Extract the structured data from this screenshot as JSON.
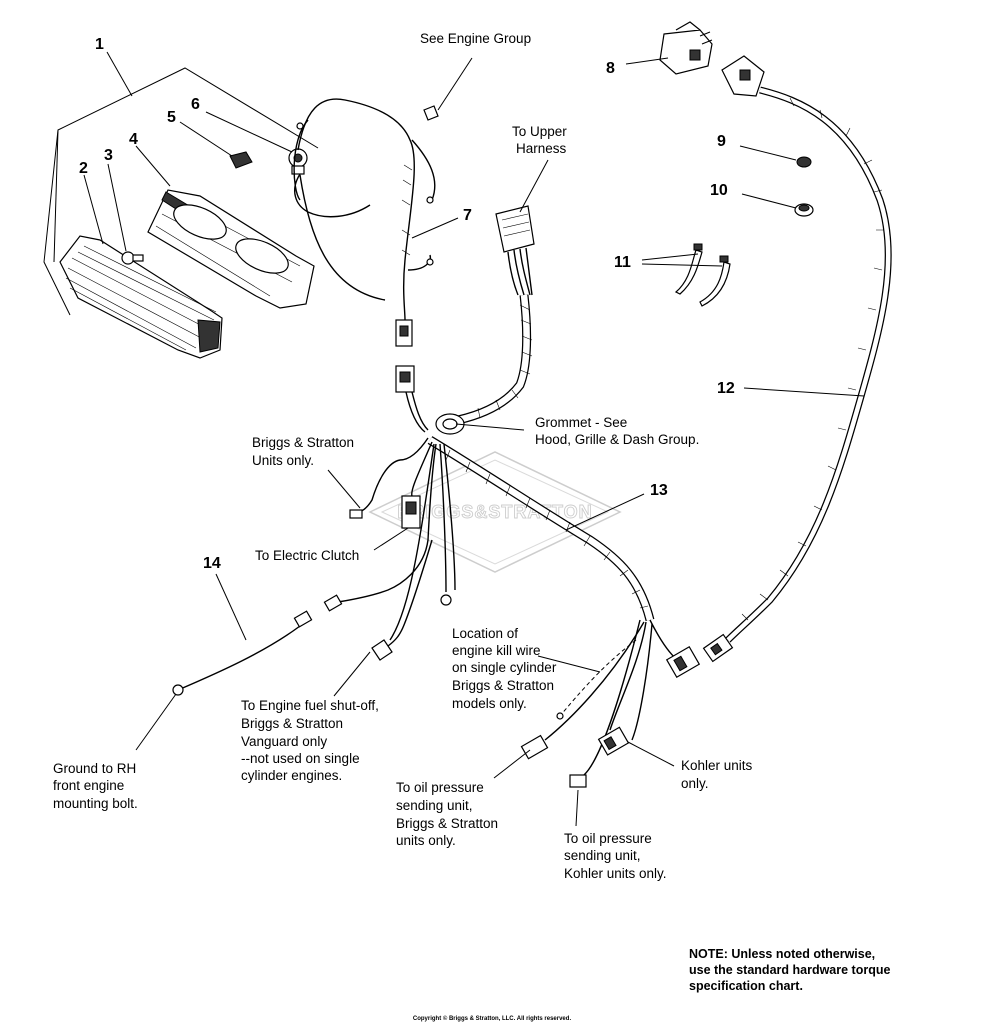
{
  "callouts": {
    "c1": "1",
    "c2": "2",
    "c3": "3",
    "c4": "4",
    "c5": "5",
    "c6": "6",
    "c7": "7",
    "c8": "8",
    "c9": "9",
    "c10": "10",
    "c11": "11",
    "c12": "12",
    "c13": "13",
    "c14": "14"
  },
  "labels": {
    "engine_group": "See Engine Group",
    "upper_harness": [
      "To Upper",
      "Harness"
    ],
    "grommet": [
      "Grommet - See",
      "Hood, Grille & Dash Group."
    ],
    "bs_units": [
      "Briggs & Stratton",
      "Units only."
    ],
    "electric_clutch": "To Electric Clutch",
    "kill_wire": [
      "Location of",
      "engine kill wire",
      "on single cylinder",
      "Briggs & Stratton",
      "models only."
    ],
    "fuel_shutoff": [
      "To Engine fuel shut-off,",
      "Briggs & Stratton",
      "Vanguard only",
      "--not used on single",
      "cylinder engines."
    ],
    "ground": [
      "Ground to RH",
      "front engine",
      "mounting bolt."
    ],
    "oil_bs": [
      "To oil pressure",
      "sending unit,",
      "Briggs & Stratton",
      "units only."
    ],
    "kohler_units": [
      "Kohler units",
      "only."
    ],
    "oil_kohler": [
      "To oil pressure",
      "sending unit,",
      "Kohler units only."
    ]
  },
  "note": [
    "NOTE: Unless noted otherwise,",
    "use the standard hardware torque",
    "specification chart."
  ],
  "copyright": "Copyright © Briggs & Stratton, LLC. All rights reserved.",
  "watermark": "BRIGGS&STRATTON"
}
